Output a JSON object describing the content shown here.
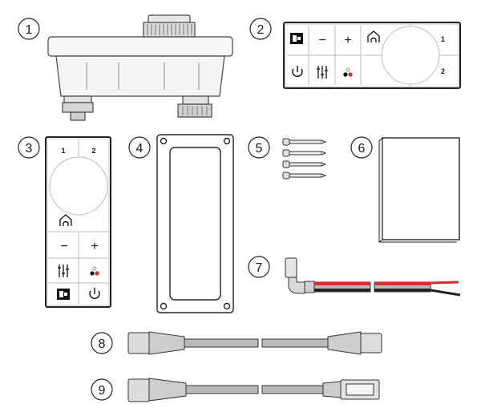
{
  "callouts": [
    "1",
    "2",
    "3",
    "4",
    "5",
    "6",
    "7",
    "8",
    "9"
  ],
  "keypad_labels": {
    "channel_1": "1",
    "channel_2": "2",
    "minus": "−",
    "plus": "+"
  },
  "icons": [
    "source-icon",
    "home-icon",
    "power-icon",
    "audio-settings-icon",
    "party-mode-icon"
  ],
  "colors": {
    "red_wire": "#d92b2b",
    "black_wire": "#222222",
    "cable_grey": "#b9b9b9"
  }
}
